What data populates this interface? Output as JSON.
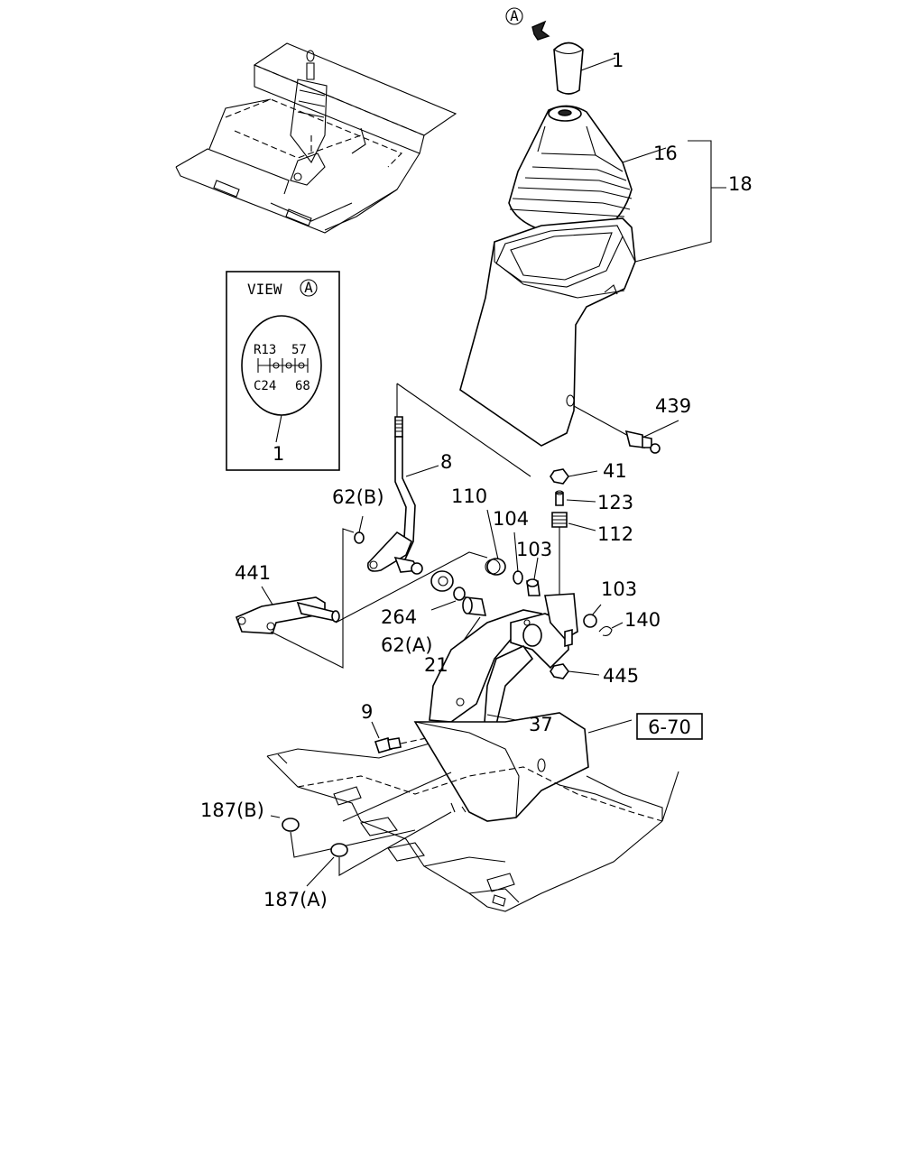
{
  "view_marker": "A",
  "view_box": {
    "title": "VIEW",
    "marker": "A",
    "shift_pattern": {
      "top_left": "R13",
      "top_right": "57",
      "bottom_left": "C24",
      "bottom_right": "68"
    },
    "callout": "1"
  },
  "callouts": {
    "p1": "1",
    "p16": "16",
    "p18": "18",
    "p439": "439",
    "p8": "8",
    "p41": "41",
    "p123": "123",
    "p112": "112",
    "p62b": "62(B)",
    "p110": "110",
    "p104": "104",
    "p103a": "103",
    "p103b": "103",
    "p140": "140",
    "p441": "441",
    "p264": "264",
    "p62a": "62(A)",
    "p21": "21",
    "p445": "445",
    "p9": "9",
    "p37": "37",
    "p187b": "187(B)",
    "p187a": "187(A)"
  },
  "reference_box": "6-70"
}
